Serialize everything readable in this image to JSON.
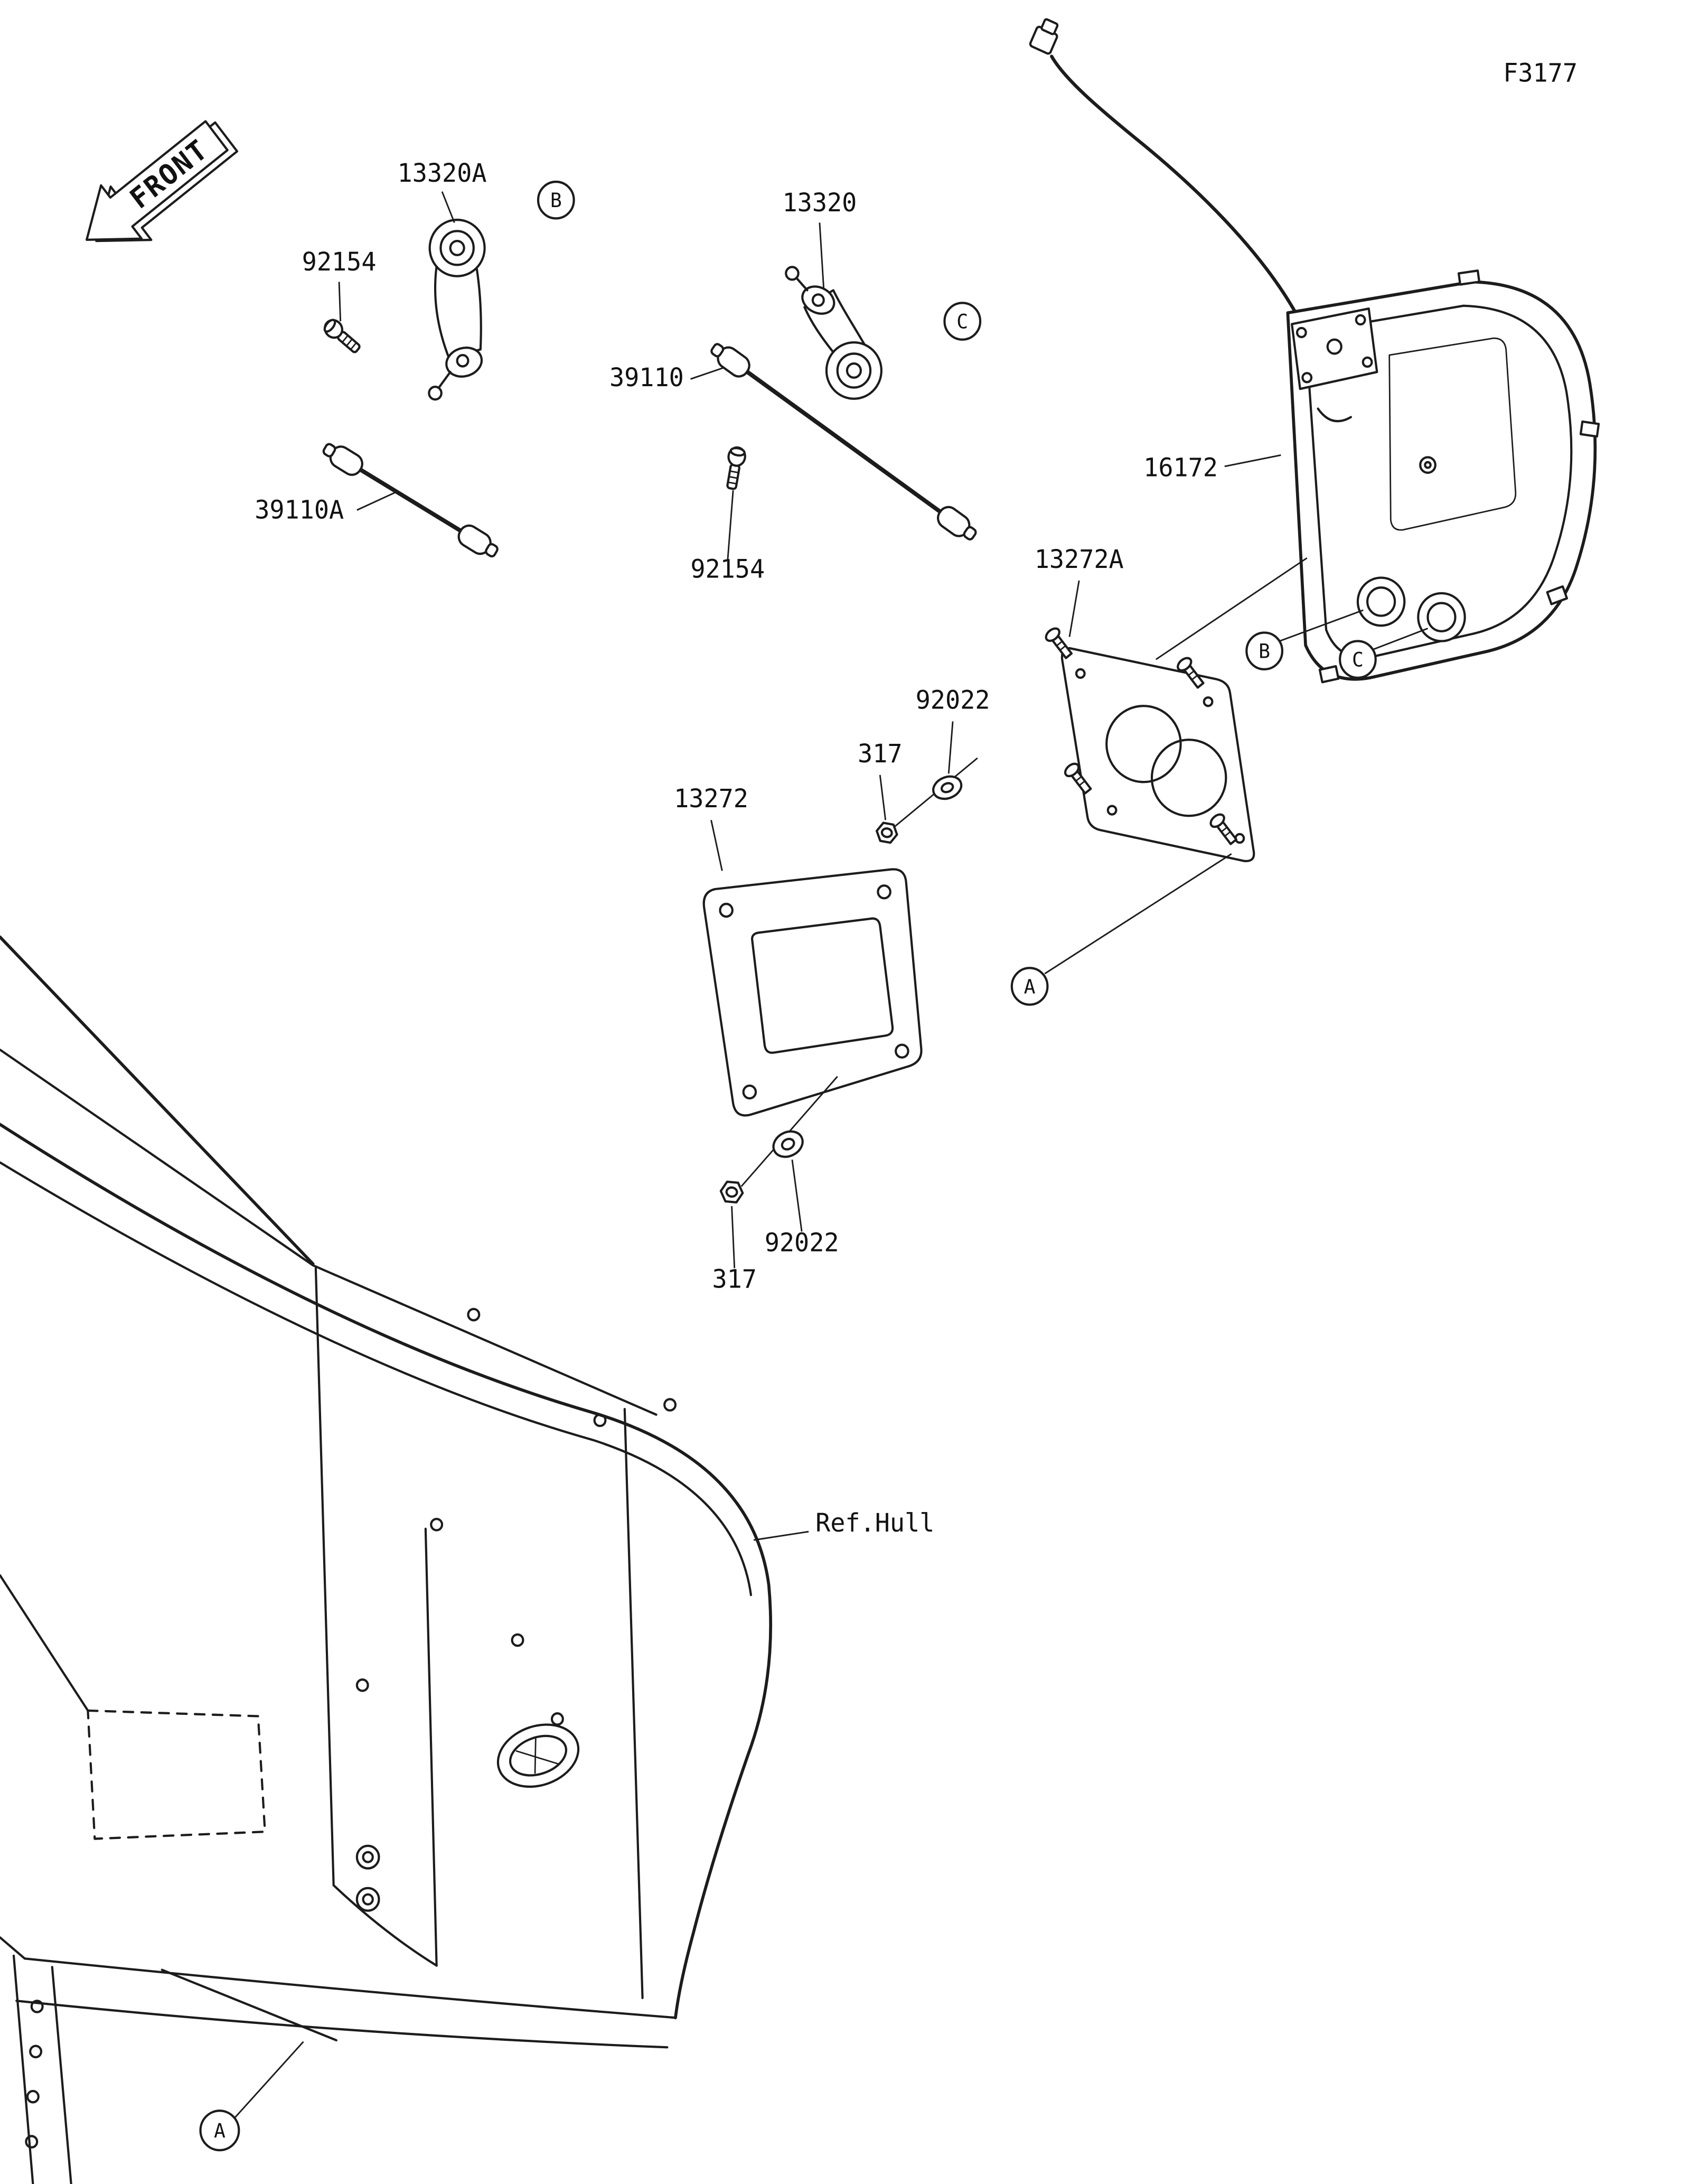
{
  "figure": {
    "code": "F3177"
  },
  "front_marker": {
    "label": "FRONT"
  },
  "hull": {
    "ref_label": "Ref.Hull"
  },
  "callouts": {
    "link_upper": "13320A",
    "bolt_upper_left": "92154",
    "tie_rod_left": "39110A",
    "link_mid": "13320",
    "tie_rod_mid": "39110",
    "bolt_mid": "92154",
    "meter_case": "16172",
    "gasket_plate": "13272A",
    "washer_upper": "92022",
    "nut_upper": "317",
    "bracket_plate": "13272",
    "washer_lower": "92022",
    "nut_lower": "317"
  },
  "balloons": {
    "b_link": "B",
    "c_link": "C",
    "b_case": "B",
    "c_case": "C",
    "a_gasket": "A",
    "a_hull": "A"
  }
}
